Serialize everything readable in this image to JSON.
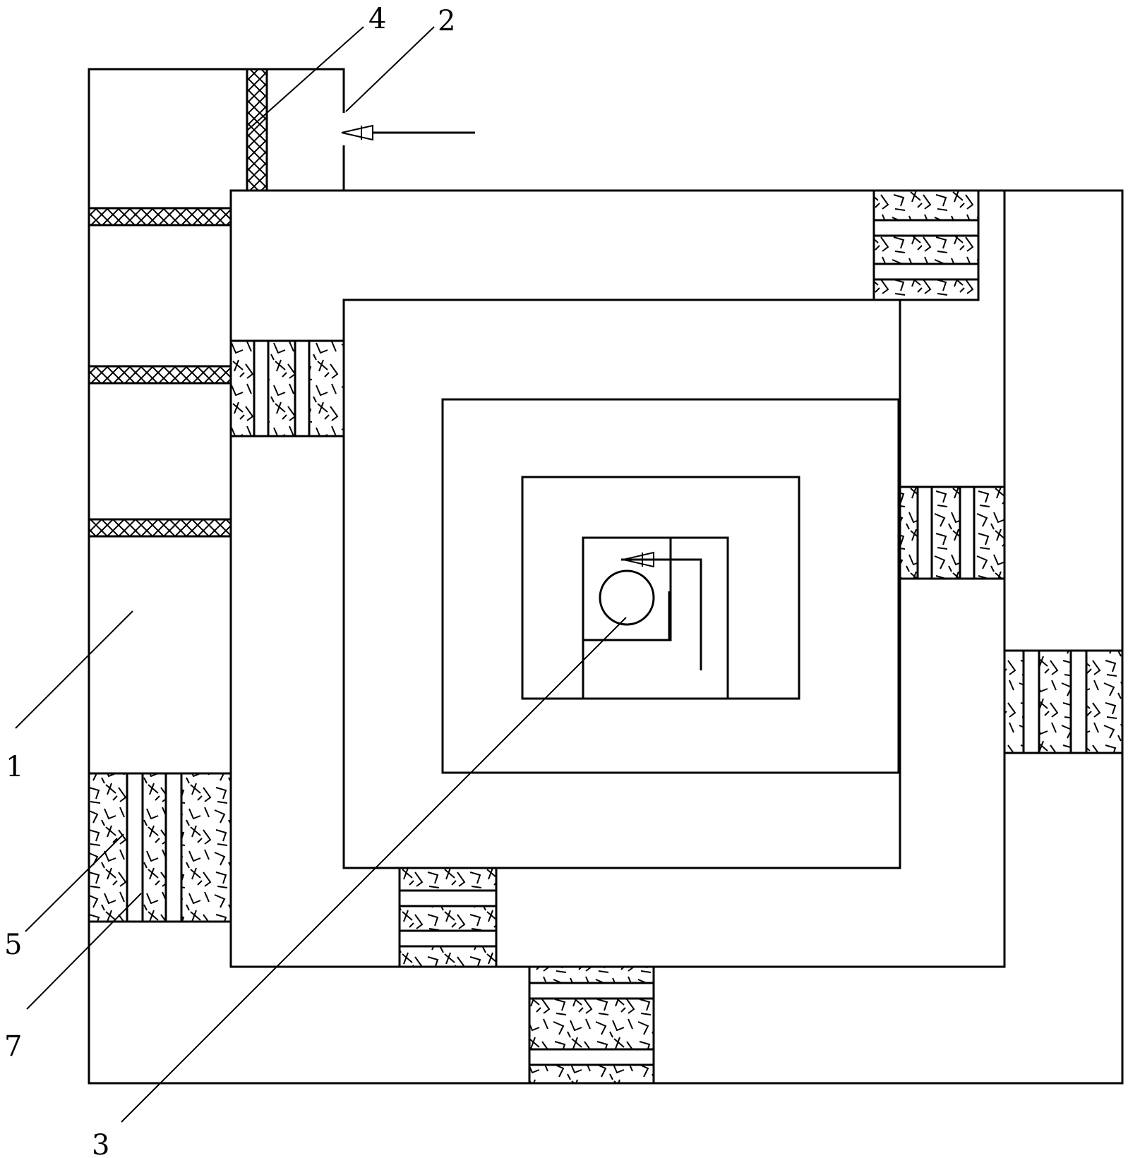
{
  "labels": {
    "l1": "1",
    "l2": "2",
    "l3": "3",
    "l4": "4",
    "l5": "5",
    "l7": "7"
  },
  "colors": {
    "stroke": "#000000",
    "background": "#ffffff"
  },
  "parts": {
    "outer_frame": "outer-frame",
    "inlet_arrow": "inlet-arrow-icon",
    "spiral_arrow": "spiral-arrow-icon",
    "center_outlet": "center-outlet-circle",
    "mesh_partitions": "mesh-partition",
    "granular_fills": "granular-fill-block"
  }
}
